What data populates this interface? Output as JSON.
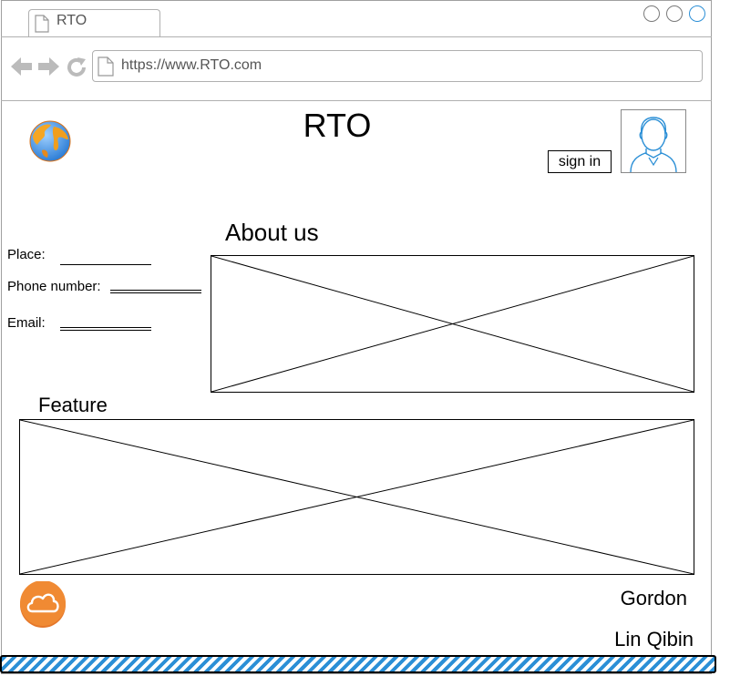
{
  "browser": {
    "tab_title": "RTO",
    "url": "https://www.RTO.com"
  },
  "header": {
    "site_title": "RTO",
    "sign_in_label": "sign in"
  },
  "about": {
    "heading": "About us",
    "fields": {
      "place_label": "Place:",
      "phone_label": "Phone number:",
      "email_label": "Email:"
    }
  },
  "feature": {
    "heading": "Feature"
  },
  "footer": {
    "name_1": "Gordon",
    "name_2": "Lin Qibin"
  },
  "colors": {
    "accent_blue": "#2b8fd6",
    "cloud_orange": "#f08a33"
  },
  "icons": {
    "logo": "globe-icon",
    "avatar": "user-avatar-icon",
    "footer": "cloud-icon"
  }
}
